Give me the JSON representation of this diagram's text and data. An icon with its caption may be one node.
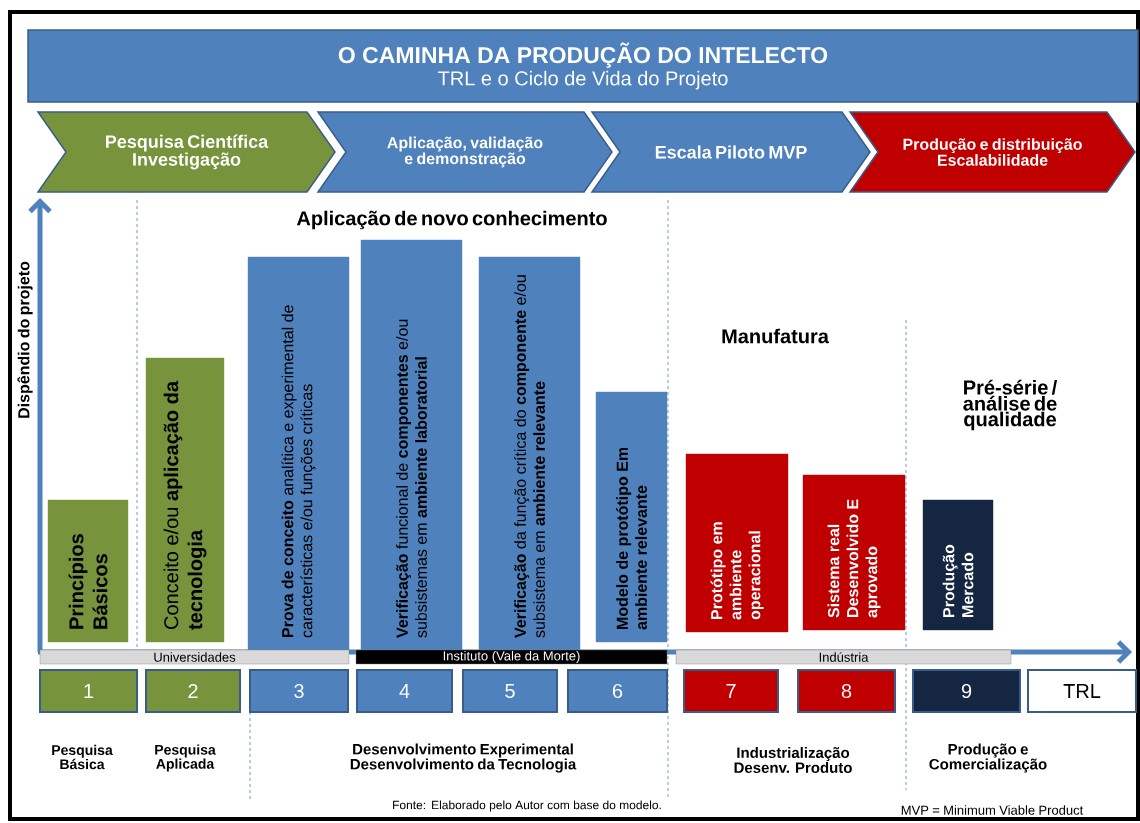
{
  "diagram": {
    "nodes": [
      {
        "text": [
          "O CAMINHA DA PRODUÇÃO DO INTELECTO",
          "TRL e o Ciclo de Vida do Projeto"
        ]
      },
      {
        "text": [
          "Pesquisa Científica Investigação"
        ]
      },
      {
        "text": [
          "Aplicação, validação e demonstração"
        ]
      },
      {
        "text": [
          "Escala Piloto MVP"
        ]
      },
      {
        "text": [
          "Produção e distribuição Escalabilidade"
        ]
      },
      {
        "text": [
          "Princípios Básicos"
        ]
      },
      {
        "text": [
          "Conceito e/ou **aplicação da tecnologia**"
        ]
      },
      {
        "text": [
          "**Prova de conceito** analítica e experimental de características e/ou funções críticas"
        ]
      },
      {
        "text": [
          "**Verificação** funcional de **componentes** e/ou subsistemas em **ambiente laboratorial**"
        ]
      },
      {
        "text": [
          "**Verificação** da função crítica do **componente** e/ou subsistema em **ambiente relevante**"
        ]
      },
      {
        "text": [
          "Modelo de protótipo Em ambiente relevante"
        ]
      },
      {
        "text": [
          "Protótipo em ambiente operacional"
        ]
      },
      {
        "text": [
          "Sistema real Desenvolvido E aprovado"
        ]
      },
      {
        "text": [
          "Produção Mercado"
        ]
      },
      {
        "text": [
          "Universidades"
        ]
      },
      {
        "text": [
          "Instituto  (Vale da Morte)"
        ]
      },
      {
        "text": [
          "Indústria"
        ]
      },
      {
        "text": [
          "1"
        ]
      },
      {
        "text": [
          "2"
        ]
      },
      {
        "text": [
          "3"
        ]
      },
      {
        "text": [
          "4"
        ]
      },
      {
        "text": [
          "5"
        ]
      },
      {
        "text": [
          "6"
        ]
      },
      {
        "text": [
          "7"
        ]
      },
      {
        "text": [
          "8"
        ]
      },
      {
        "text": [
          "9"
        ]
      },
      {
        "text": [
          "TRL"
        ]
      }
    ],
    "labels": [
      "Dispêndio do projeto",
      "Aplicação de novo conhecimento",
      "Manufatura",
      "Pré-série / análise de qualidade",
      "Pesquisa Básica",
      "Pesquisa Aplicada",
      "Desenvolvimento Experimental Desenvolvimento da Tecnologia",
      "Industrialização Desenv. Produto",
      "Produção e Comercialização",
      "Fonte: Elaborado pelo Autor com base do modelo.",
      "MVP = Minimum Viable Product"
    ]
  }
}
